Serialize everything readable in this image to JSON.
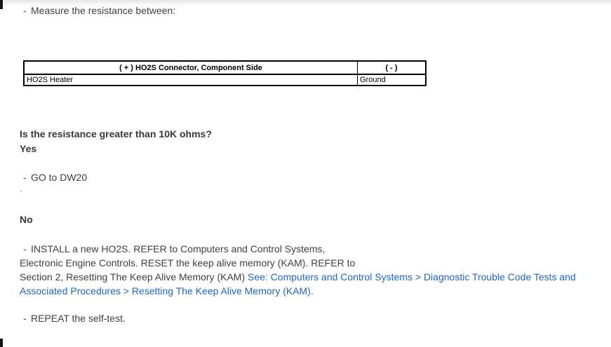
{
  "colors": {
    "body_text": "#3f3f3f",
    "bold_text": "#383838",
    "table_text": "#000000",
    "link_blue": "#2066c4"
  },
  "step_measure": {
    "bullet": "-",
    "text": "Measure the resistance between:"
  },
  "table": {
    "header": {
      "plus_col": "( + ) HO2S Connector, Component Side",
      "minus_col": "( - )"
    },
    "row": {
      "plus_val": "HO2S Heater",
      "minus_val": "Ground"
    }
  },
  "question": {
    "text": "Is the resistance greater than 10K ohms?",
    "answer_yes_label": "Yes",
    "answer_no_label": "No"
  },
  "yes_action": {
    "bullet": "-",
    "text": "GO to DW20"
  },
  "stray_mark": "-",
  "no_actions": {
    "bullet": "-",
    "line1": "INSTALL a new HO2S. REFER to Computers and Control Systems,",
    "line2": "Electronic Engine Controls. RESET the keep alive memory (KAM). REFER to",
    "line3_plain": "Section 2, Resetting The Keep Alive Memory (KAM) ",
    "line3_link": "See: Computers and Control Systems > Diagnostic Trouble Code Tests and",
    "line4_link": "Associated Procedures > Resetting The Keep Alive Memory (KAM)."
  },
  "repeat_action": {
    "bullet": "-",
    "text": "REPEAT the self-test."
  }
}
